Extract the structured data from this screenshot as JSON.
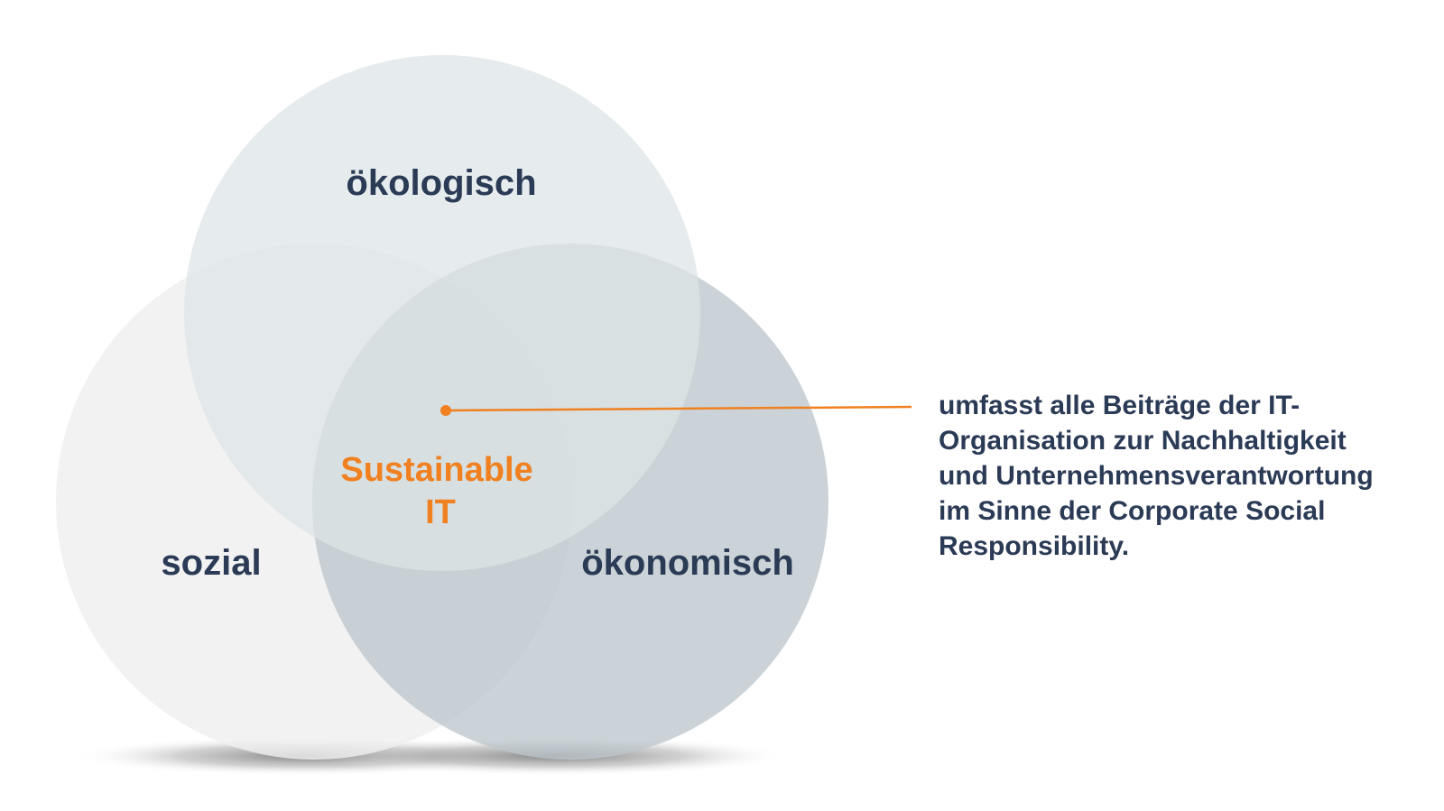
{
  "diagram": {
    "circles": [
      {
        "id": "oekologisch",
        "label": "ökologisch",
        "color": "#dde4e6"
      },
      {
        "id": "sozial",
        "label": "sozial",
        "color": "#efefef"
      },
      {
        "id": "oekonomisch",
        "label": "ökonomisch",
        "color": "#bcc6cd"
      }
    ],
    "center": {
      "line1": "Sustainable",
      "line2": "IT",
      "color": "#f08020"
    },
    "callout": {
      "line_color": "#f08020",
      "text_color": "#2b3a55",
      "lines": [
        "umfasst alle Beiträge der IT-",
        "Organisation zur Nachhaltigkeit",
        "und Unternehmensverantwortung",
        "im Sinne der Corporate Social",
        "Responsibility."
      ]
    }
  }
}
